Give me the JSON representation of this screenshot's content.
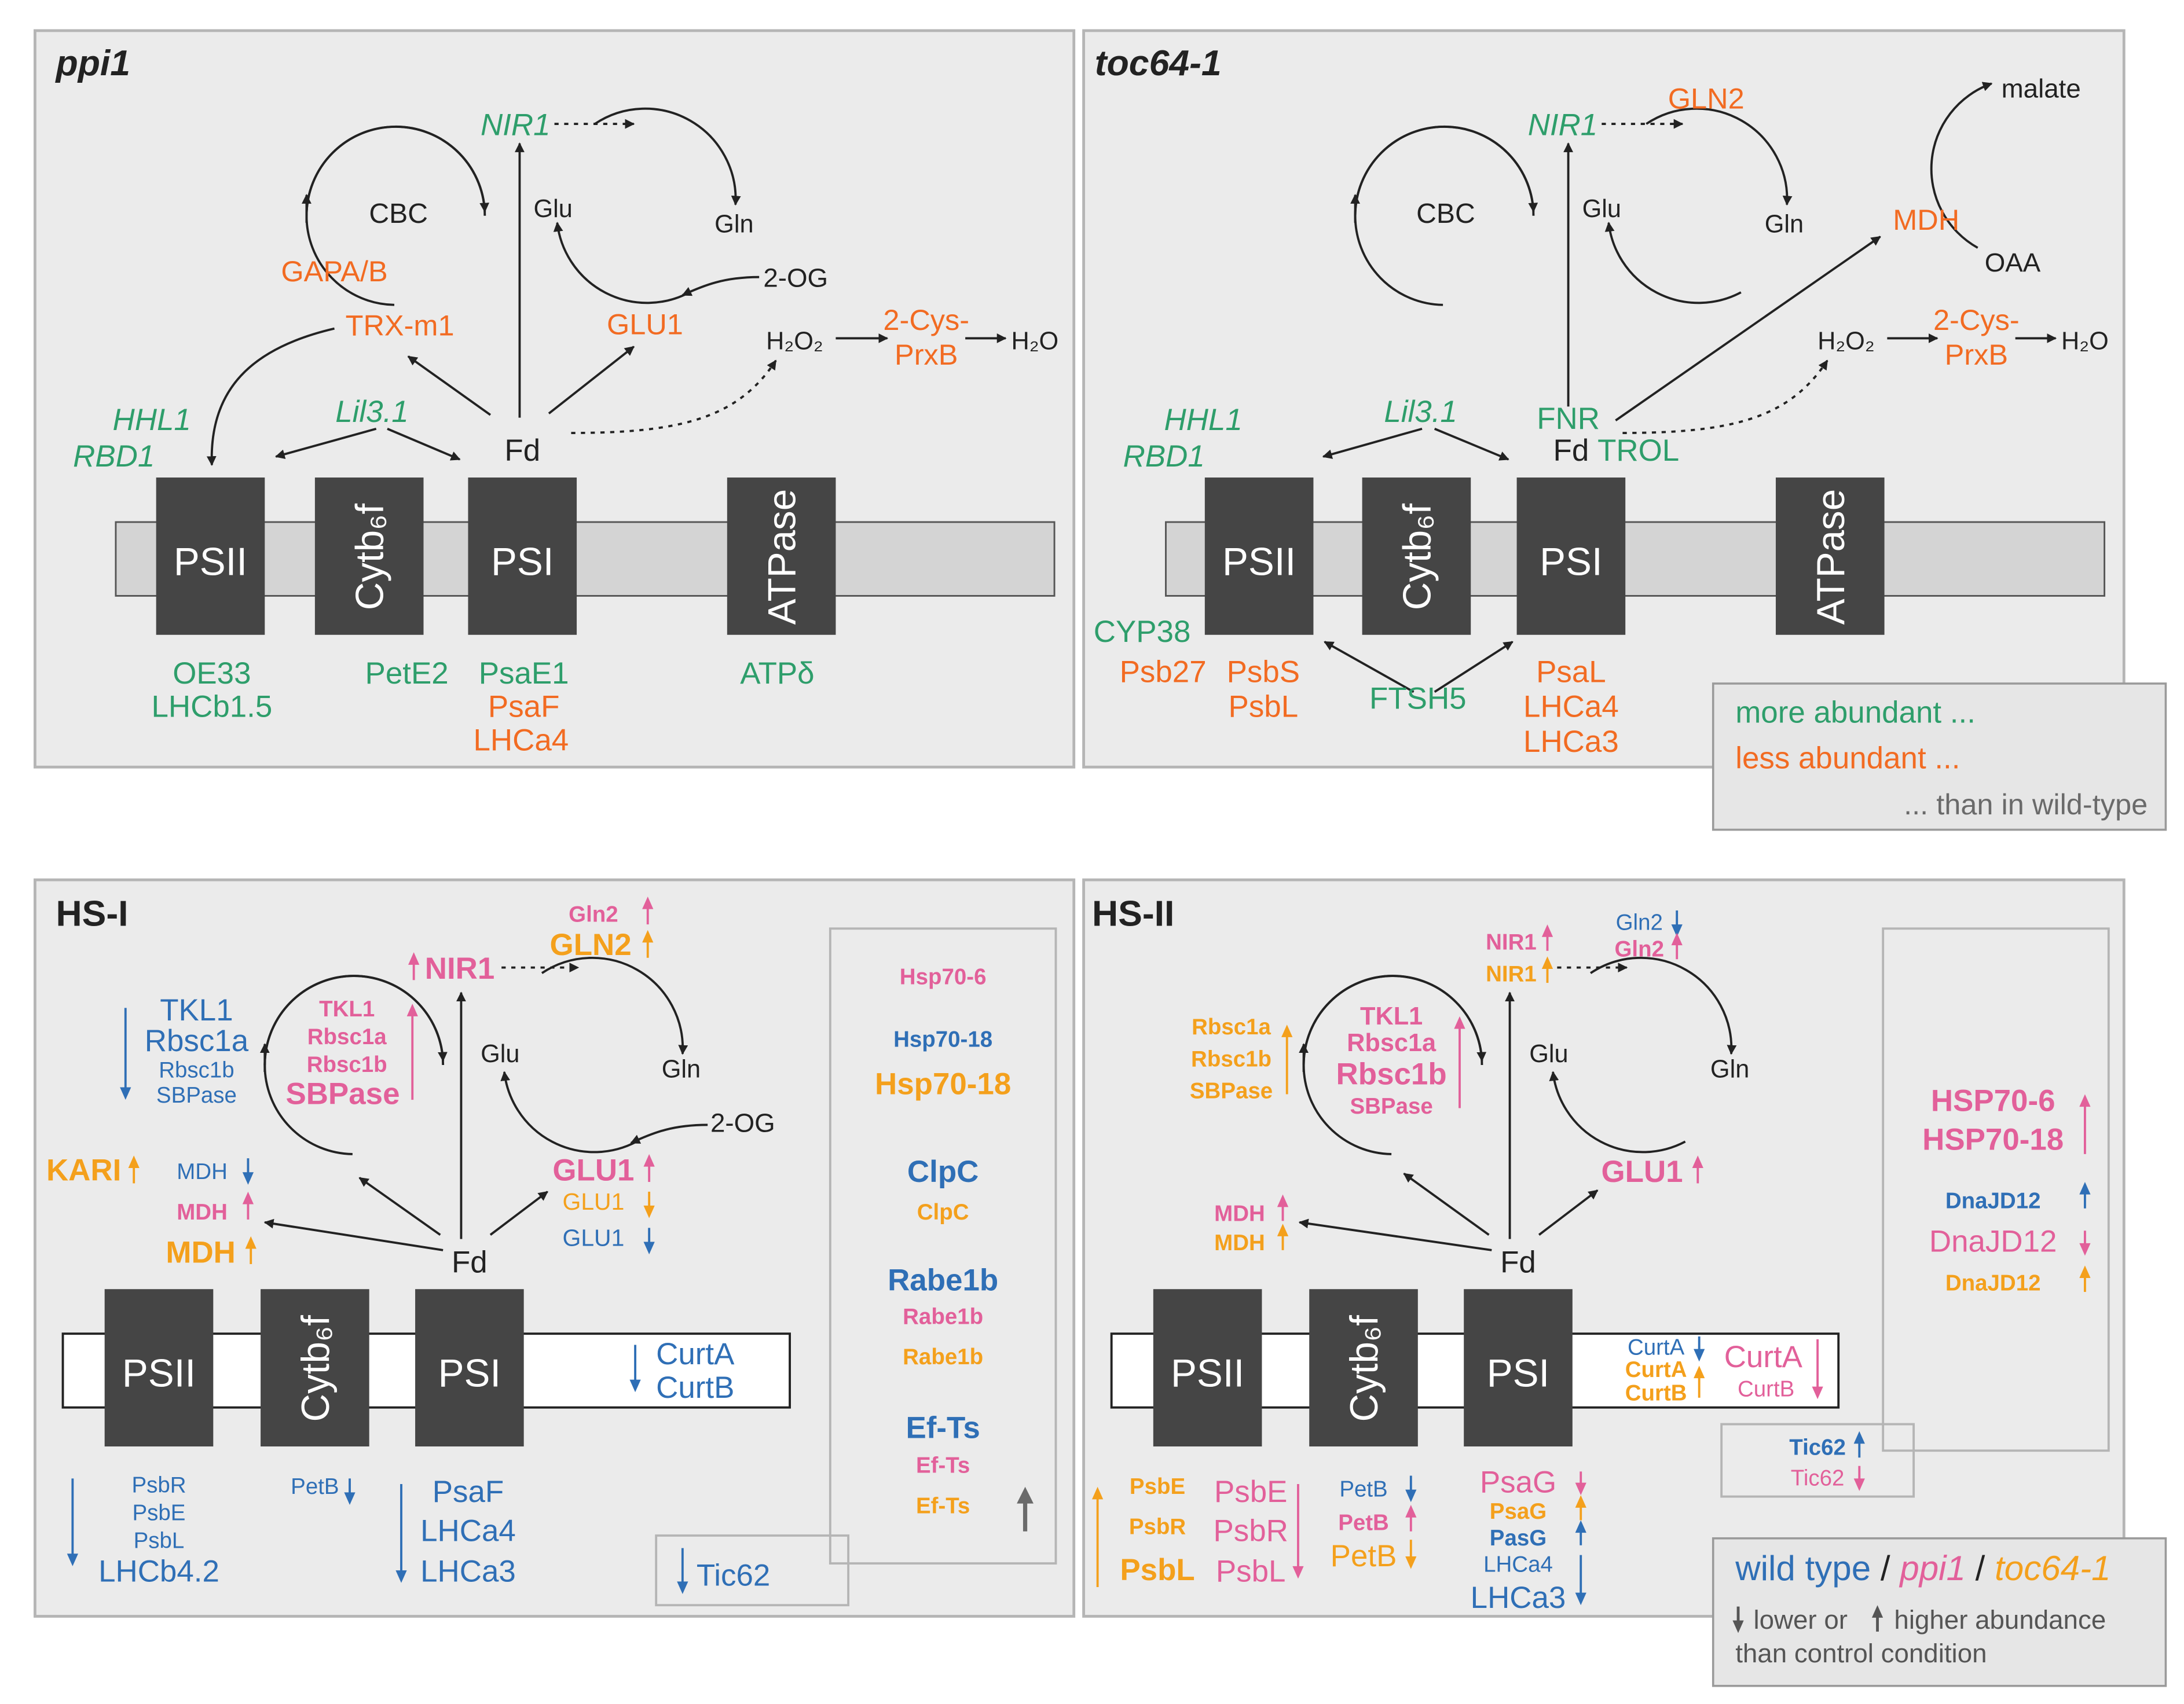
{
  "colors": {
    "green": "#2e9e6b",
    "orange": "#f26b22",
    "pink": "#e2609a",
    "blue": "#2f6fb6",
    "amber": "#f4a01c",
    "dark": "#222222",
    "complex": "#454545",
    "membrane": "#d4d4d4",
    "panel": "#ebebeb",
    "gray": "#6a6a6a"
  },
  "panels": {
    "ppi1": {
      "title": "ppi1",
      "cbc": "CBC",
      "glu": "Glu",
      "gln": "Gln",
      "og": "2-OG",
      "fd": "Fd",
      "h2o2": "H₂O₂",
      "h2o": "H₂O",
      "nir1": "NIR1",
      "gapab": "GAPA/B",
      "trx": "TRX-m1",
      "glu1": "GLU1",
      "prx1": "2-Cys-",
      "prx2": "PrxB",
      "hhl1": "HHL1",
      "rbd1": "RBD1",
      "lil": "Lil3.1",
      "complexes": [
        "PSII",
        "Cytb₆f",
        "PSI",
        "ATPase"
      ],
      "b_oe33": "OE33",
      "b_lhcb15": "LHCb1.5",
      "b_pete2": "PetE2",
      "b_psae1": "PsaE1",
      "b_psaf": "PsaF",
      "b_lhca4": "LHCa4",
      "b_atpd": "ATPδ"
    },
    "toc": {
      "title": "toc64-1",
      "nir1": "NIR1",
      "gln2": "GLN2",
      "cbc": "CBC",
      "glu": "Glu",
      "gln": "Gln",
      "malate": "malate",
      "mdh": "MDH",
      "oaa": "OAA",
      "h2o2": "H₂O₂",
      "h2o": "H₂O",
      "prx1": "2-Cys-",
      "prx2": "PrxB",
      "hhl1": "HHL1",
      "rbd1": "RBD1",
      "lil": "Lil3.1",
      "fnr": "FNR",
      "fd": "Fd",
      "trol": "TROL",
      "complexes": [
        "PSII",
        "Cytb₆f",
        "PSI",
        "ATPase"
      ],
      "b_cyp38": "CYP38",
      "b_psb27": "Psb27",
      "b_psbs": "PsbS",
      "b_psbl": "PsbL",
      "b_ftsh5": "FTSH5",
      "b_psal": "PsaL",
      "b_lhca4": "LHCa4",
      "b_lhca3": "LHCa3"
    },
    "hs1": {
      "title": "HS-I",
      "gln2_s": "Gln2",
      "gln2_b": "GLN2",
      "nir1": "NIR1",
      "glu": "Glu",
      "gln": "Gln",
      "og": "2-OG",
      "fd": "Fd",
      "tkl1_l": "TKL1",
      "rbsc1a_l": "Rbsc1a",
      "rbsc1b_l": "Rbsc1b",
      "sbpase_l": "SBPase",
      "tkl1_p": "TKL1",
      "rbsc1a_p": "Rbsc1a",
      "rbsc1b_p": "Rbsc1b",
      "sbpase_p": "SBPase",
      "kari": "KARI",
      "mdh1": "MDH",
      "mdh2": "MDH",
      "mdh3": "MDH",
      "glu1_a": "GLU1",
      "glu1_b": "GLU1",
      "glu1_c": "GLU1",
      "complexes": [
        "PSII",
        "Cytb₆f",
        "PSI"
      ],
      "curta": "CurtA",
      "curtb": "CurtB",
      "psbr": "PsbR",
      "psbe": "PsbE",
      "psbl": "PsbL",
      "lhcb42": "LHCb4.2",
      "petb": "PetB",
      "psaf": "PsaF",
      "lhca4": "LHCa4",
      "lhca3": "LHCa3",
      "tic62": "Tic62",
      "box": {
        "hsp706": "Hsp70-6",
        "hsp7018a": "Hsp70-18",
        "hsp7018b": "Hsp70-18",
        "clpc_a": "ClpC",
        "clpc_b": "ClpC",
        "rabe1b_a": "Rabe1b",
        "rabe1b_b": "Rabe1b",
        "rabe1b_c": "Rabe1b",
        "efts_a": "Ef-Ts",
        "efts_b": "Ef-Ts",
        "efts_c": "Ef-Ts"
      }
    },
    "hs2": {
      "title": "HS-II",
      "nir1_p": "NIR1",
      "nir1_o": "NIR1",
      "gln2_b": "Gln2",
      "gln2_p": "Gln2",
      "glu": "Glu",
      "gln": "Gln",
      "fd": "Fd",
      "tkl1": "TKL1",
      "rbsc1a": "Rbsc1a",
      "rbsc1b": "Rbsc1b",
      "sbpase": "SBPase",
      "o_rbsc1a": "Rbsc1a",
      "o_rbsc1b": "Rbsc1b",
      "o_sbpase": "SBPase",
      "mdh_p": "MDH",
      "mdh_o": "MDH",
      "glu1": "GLU1",
      "complexes": [
        "PSII",
        "Cytb₆f",
        "PSI"
      ],
      "curta_b": "CurtA",
      "curta_o": "CurtA",
      "curtb_o": "CurtB",
      "curta_p": "CurtA",
      "curtb_p": "CurtB",
      "tic62_b": "Tic62",
      "tic62_p": "Tic62",
      "o_psbe": "PsbE",
      "o_psbr": "PsbR",
      "o_psbl": "PsbL",
      "p_psbe": "PsbE",
      "p_psbr": "PsbR",
      "p_psbl": "PsbL",
      "petb_b": "PetB",
      "petb_p": "PetB",
      "petb_o": "PetB",
      "psag_p": "PsaG",
      "psag_o": "PsaG",
      "psag_b": "PasG",
      "lhca4_b": "LHCa4",
      "lhca3_b": "LHCa3",
      "box": {
        "hsp706": "HSP70-6",
        "hsp7018": "HSP70-18",
        "dnaj_b": "DnaJD12",
        "dnaj_p": "DnaJD12",
        "dnaj_o": "DnaJD12"
      }
    }
  },
  "legend1": {
    "more": "more abundant ...",
    "less": "less abundant ...",
    "than": "... than in wild-type"
  },
  "legend2": {
    "wt": "wild type",
    "sep1": " / ",
    "ppi1": "ppi1",
    "sep2": " / ",
    "toc": "toc64-1",
    "line1a": "lower or",
    "line1b": "higher abundance",
    "line2": "than control condition"
  }
}
